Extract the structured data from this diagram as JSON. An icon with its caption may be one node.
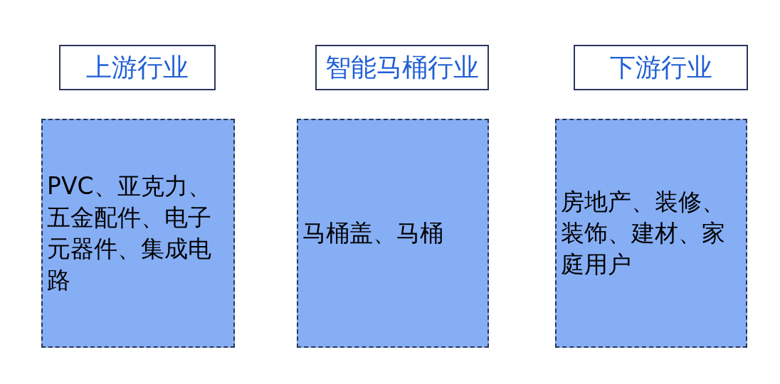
{
  "diagram": {
    "nodes": [
      {
        "text": [
          "上游行业"
        ]
      },
      {
        "text": [
          "智能马桶行业"
        ]
      },
      {
        "text": [
          "下游行业"
        ]
      },
      {
        "text": [
          "PVC、亚克力、五金配件、电子元器件、集成电路"
        ]
      },
      {
        "text": [
          "马桶盖、马桶"
        ]
      },
      {
        "text": [
          "房地产、装修、装饰、建材、家庭用户"
        ]
      }
    ]
  }
}
